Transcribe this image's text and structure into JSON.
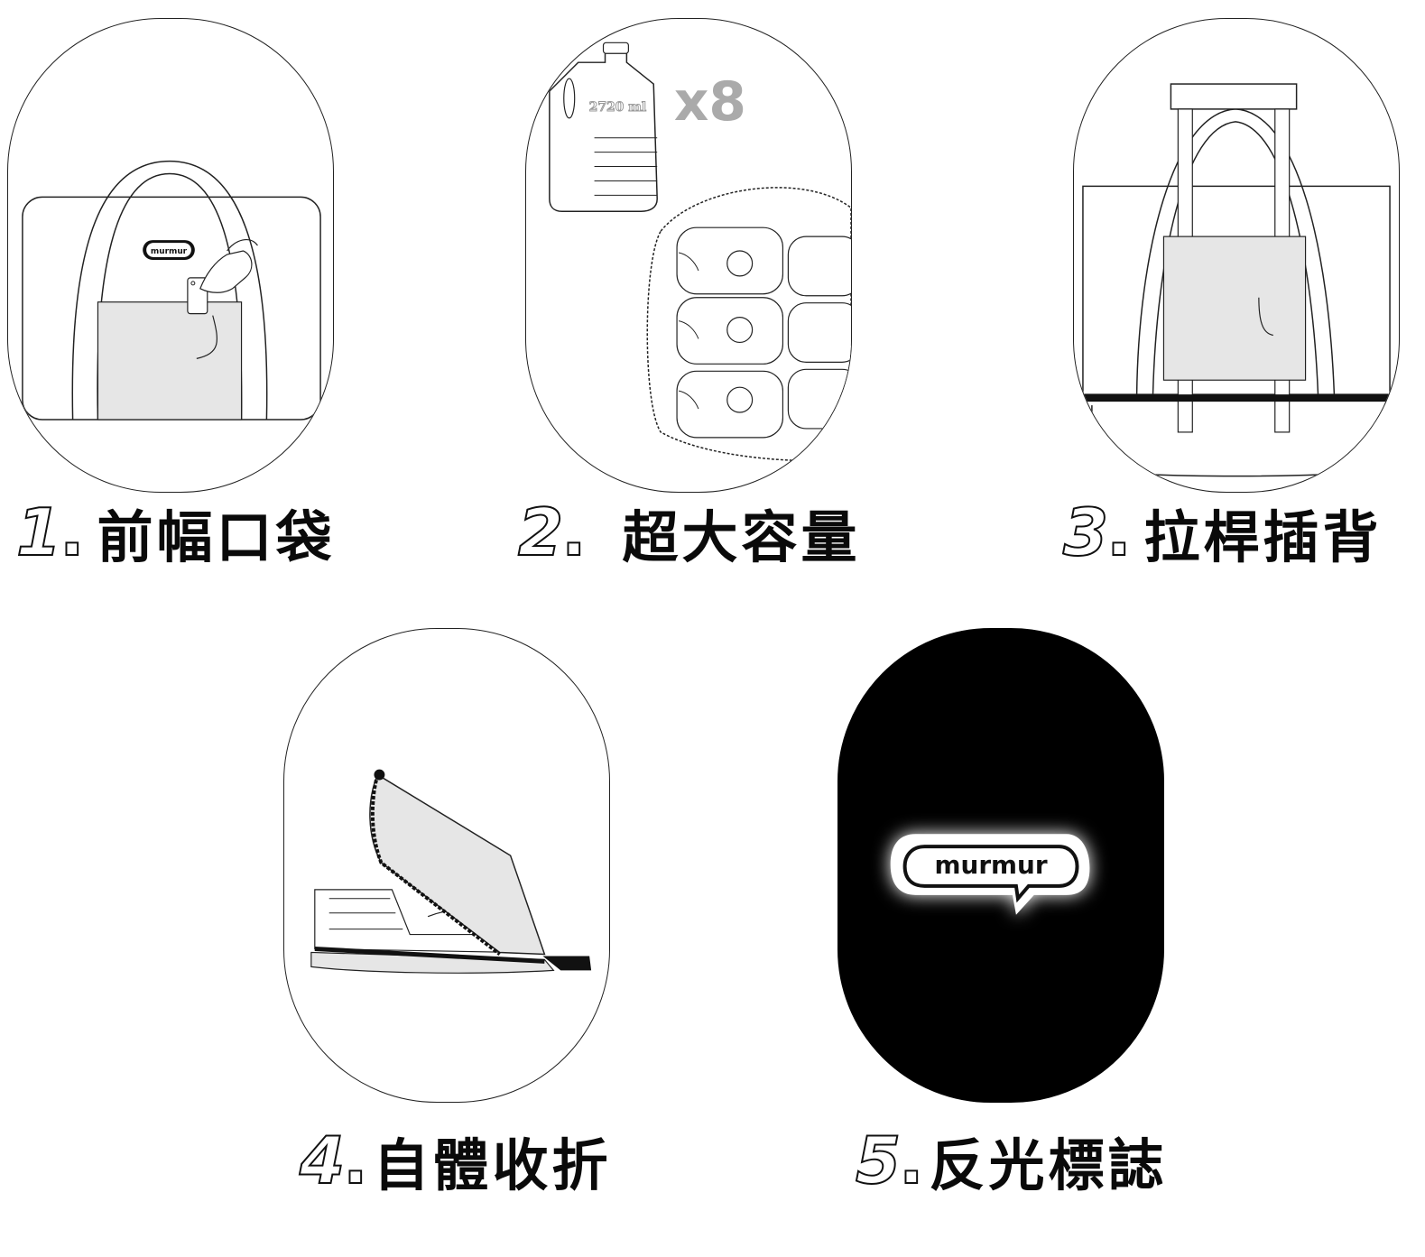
{
  "features": [
    {
      "num": "1",
      "dot": ".",
      "label": "前幅口袋",
      "logo_text": "murmur"
    },
    {
      "num": "2",
      "dot": ".",
      "label": "超大容量",
      "bottle_text": "2720 ml",
      "multiplier": "x8"
    },
    {
      "num": "3",
      "dot": ".",
      "label": "拉桿插背"
    },
    {
      "num": "4",
      "dot": ".",
      "label": "自體收折"
    },
    {
      "num": "5",
      "dot": ".",
      "label": "反光標誌",
      "logo_text": "murmur"
    }
  ],
  "colors": {
    "line": "#222222",
    "fill_gray": "#e6e6e6",
    "dark_card": "#000000",
    "glow": "#ffffff"
  }
}
